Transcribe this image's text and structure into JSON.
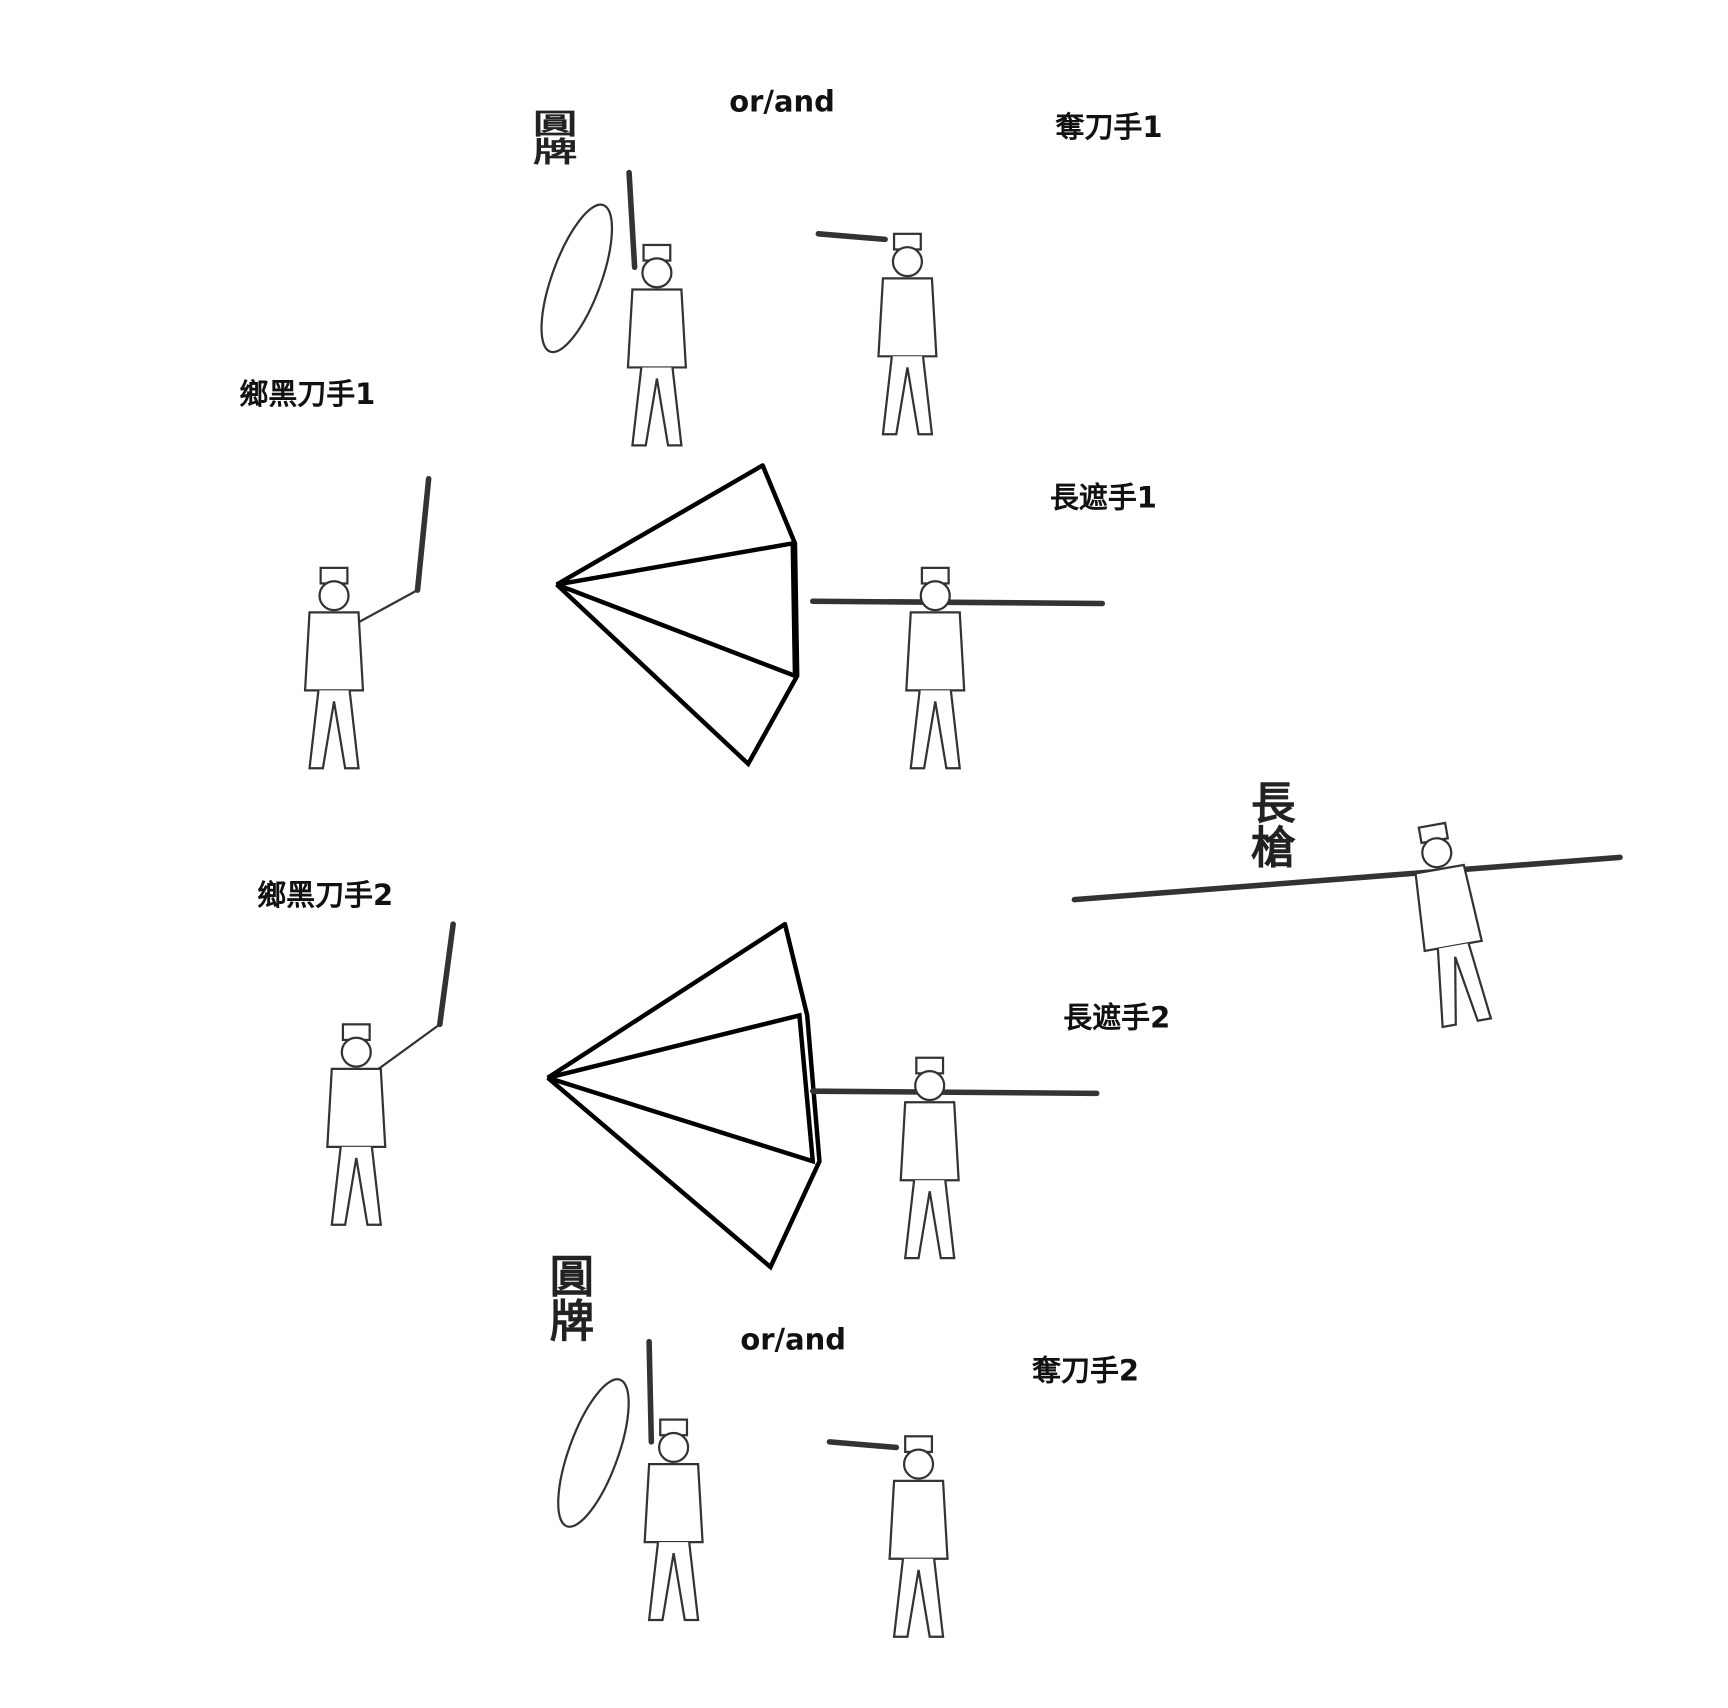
{
  "labels": {
    "shield_top": "圓牌",
    "or_and_top": "or/and",
    "snatch_blade_1": "奪刀手1",
    "rattan_blade_1": "鄉黑刀手1",
    "long_screen_1": "長遮手1",
    "long_spear": "長槍",
    "rattan_blade_2": "鄉黑刀手2",
    "long_screen_2": "長遮手2",
    "shield_bottom": "圓牌",
    "or_and_bottom": "or/and",
    "snatch_blade_2": "奪刀手2"
  }
}
